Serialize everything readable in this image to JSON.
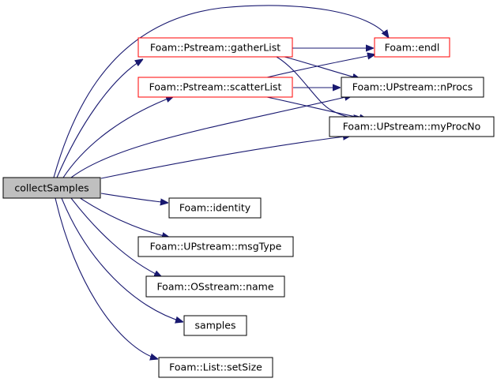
{
  "colors": {
    "edge": "#191970",
    "node_border": "#000000",
    "node_border_highlight": "#ff0000",
    "root_fill": "#bfbfbf",
    "node_fill": "#ffffff"
  },
  "nodes": {
    "collectSamples": {
      "label": "collectSamples"
    },
    "gatherList": {
      "label": "Foam::Pstream::gatherList"
    },
    "scatterList": {
      "label": "Foam::Pstream::scatterList"
    },
    "endl": {
      "label": "Foam::endl"
    },
    "nProcs": {
      "label": "Foam::UPstream::nProcs"
    },
    "myProcNo": {
      "label": "Foam::UPstream::myProcNo"
    },
    "identity": {
      "label": "Foam::identity"
    },
    "msgType": {
      "label": "Foam::UPstream::msgType"
    },
    "name": {
      "label": "Foam::OSstream::name"
    },
    "samples": {
      "label": "samples"
    },
    "setSize": {
      "label": "Foam::List::setSize"
    }
  }
}
